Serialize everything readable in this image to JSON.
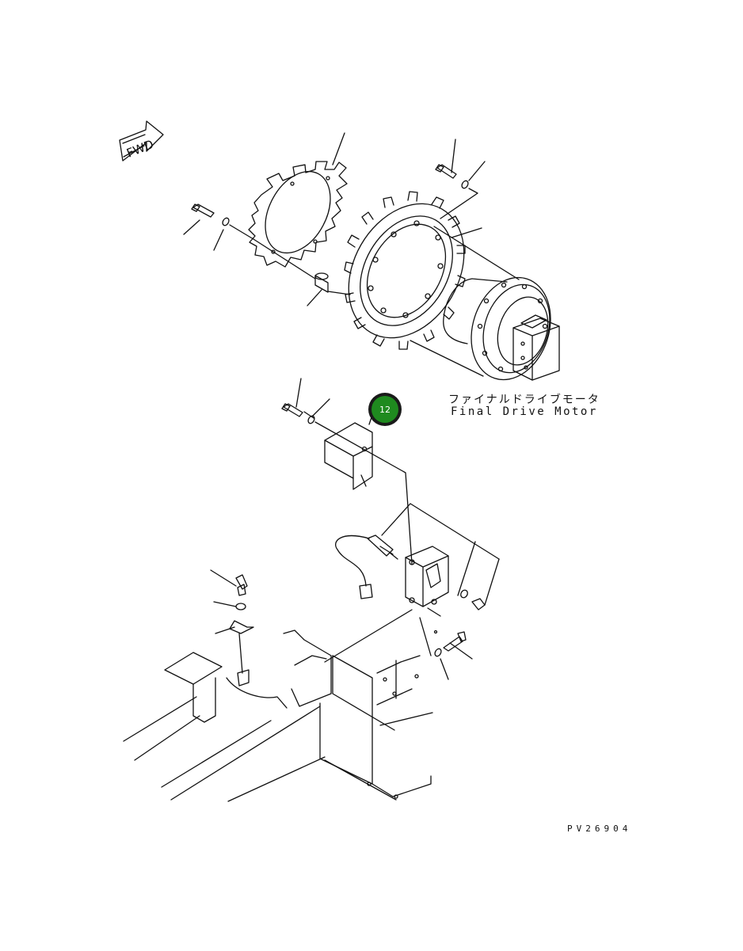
{
  "fwd_label": "FWD",
  "final_drive_motor": {
    "label_jp": "ファイナルドライブモータ",
    "label_en": "Final Drive Motor"
  },
  "callout": {
    "number": "12",
    "color": "#1f8a1f"
  },
  "drawing_code": "PV26904"
}
